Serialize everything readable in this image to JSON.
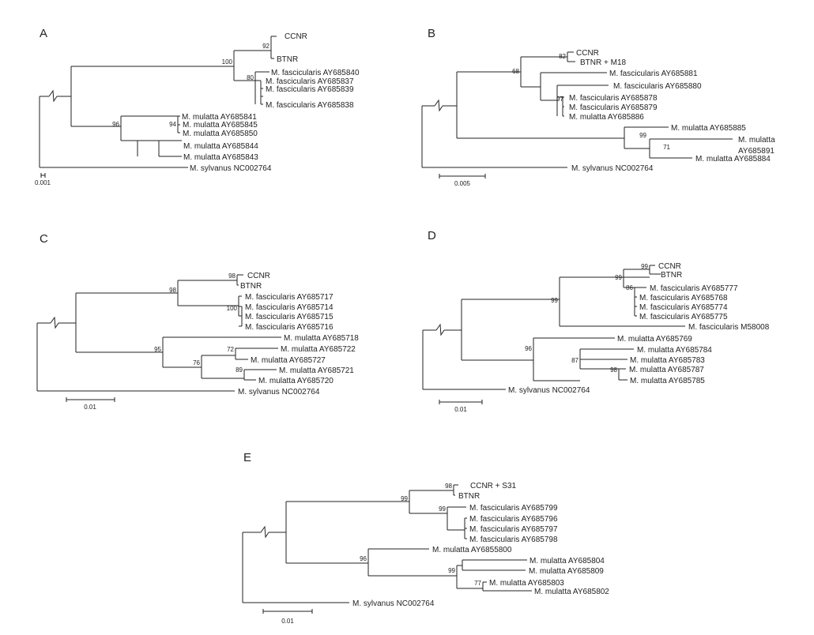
{
  "panels": [
    {
      "label": "A",
      "scale_label": "0.001",
      "taxa": [
        "CCNR",
        "BTNR",
        "M. fascicularis AY685840",
        "M. fascicularis AY685837",
        "M. fascicularis AY685839",
        "M. fascicularis AY685838",
        "M. mulatta AY685841",
        "M. mulatta AY685845",
        "M. mulatta AY685850",
        "M. mulatta AY685844",
        "M. mulatta AY685843",
        "M. sylvanus NC002764"
      ],
      "bootstrap": [
        "92",
        "100",
        "80",
        "96",
        "94"
      ]
    },
    {
      "label": "B",
      "scale_label": "0.005",
      "taxa": [
        "CCNR",
        "BTNR + M18",
        "M. fascicularis AY685881",
        "M. fascicularis AY685880",
        "M. fascicularis AY685878",
        "M. fascicularis AY685879",
        "M. mulatta AY685886",
        "M. mulatta AY685885",
        "M. mulatta",
        "AY685891",
        "M. mulatta AY685884",
        "M. sylvanus NC002764"
      ],
      "bootstrap": [
        "82",
        "68",
        "97",
        "99",
        "71"
      ]
    },
    {
      "label": "C",
      "scale_label": "0.01",
      "taxa": [
        "CCNR",
        "BTNR",
        "M. fascicularis AY685717",
        "M. fascicularis AY685714",
        "M. fascicularis AY685715",
        "M. fascicularis AY685716",
        "M. mulatta AY685718",
        "M. mulatta AY685722",
        "M. mulatta AY685727",
        "M. mulatta AY685721",
        "M. mulatta AY685720",
        "M. sylvanus NC002764"
      ],
      "bootstrap": [
        "98",
        "98",
        "100",
        "95",
        "72",
        "76",
        "89"
      ]
    },
    {
      "label": "D",
      "scale_label": "0.01",
      "taxa": [
        "CCNR",
        "BTNR",
        "M. fascicularis AY685777",
        "M. fascicularis AY685768",
        "M. fascicularis AY685774",
        "M. fascicularis AY685775",
        "M. fascicularis M58008",
        "M. mulatta AY685769",
        "M. mulatta AY685784",
        "M. mulatta AY685783",
        "M. mulatta AY685787",
        "M. mulatta AY685785",
        "M. sylvanus NC002764"
      ],
      "bootstrap": [
        "99",
        "99",
        "86",
        "99",
        "96",
        "87",
        "98"
      ]
    },
    {
      "label": "E",
      "scale_label": "0.01",
      "taxa": [
        "CCNR + S31",
        "BTNR",
        "M. fascicularis AY685799",
        "M. fascicularis AY685796",
        "M. fascicularis AY685797",
        "M. fascicularis AY685798",
        "M. mulatta AY6855800",
        "M. mulatta AY685804",
        "M. mulatta AY685809",
        "M. mulatta AY685803",
        "M. mulatta AY685802",
        "M. sylvanus NC002764"
      ],
      "bootstrap": [
        "98",
        "99",
        "99",
        "96",
        "99",
        "77"
      ]
    }
  ]
}
